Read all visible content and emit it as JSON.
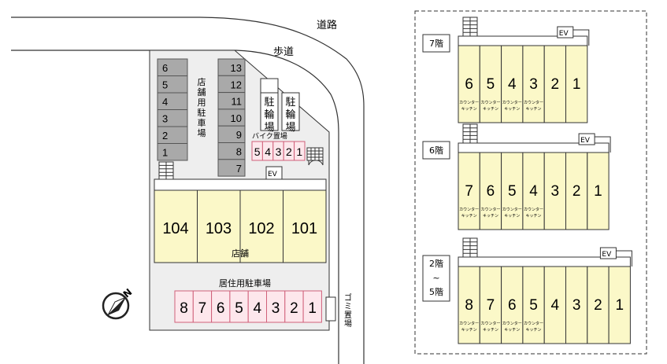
{
  "site": {
    "road_label": "道路",
    "sidewalk_label": "歩道",
    "store_parking_label": "店舗用駐車場",
    "store_parking_spaces": [
      "6",
      "5",
      "4",
      "3",
      "2",
      "1"
    ],
    "parking_right_spaces": [
      "13",
      "12",
      "11",
      "10",
      "9",
      "8",
      "7"
    ],
    "bicycle_label": "駐輪場",
    "bike_parking_label": "バイク置場",
    "bike_spaces": [
      "5",
      "4",
      "3",
      "2",
      "1"
    ],
    "elevator_label": "EV",
    "shop_units": [
      "104",
      "103",
      "102",
      "101"
    ],
    "shop_label": "店舗",
    "resident_parking_label": "居住用駐車場",
    "resident_parking_spaces": [
      "8",
      "7",
      "6",
      "5",
      "4",
      "3",
      "2",
      "1"
    ],
    "garbage_label": "ゴミ置場",
    "north_label": "N"
  },
  "floors": [
    {
      "label": "7階",
      "units": [
        "6",
        "5",
        "4",
        "3",
        "2",
        "1"
      ],
      "kitchen_units": [
        "6",
        "5",
        "4",
        "3"
      ]
    },
    {
      "label": "6階",
      "units": [
        "7",
        "6",
        "5",
        "4",
        "3",
        "2",
        "1"
      ],
      "kitchen_units": [
        "7",
        "6",
        "5",
        "4"
      ]
    },
    {
      "label_lines": [
        "2階",
        "~",
        "5階"
      ],
      "units": [
        "8",
        "7",
        "6",
        "5",
        "4",
        "3",
        "2",
        "1"
      ],
      "kitchen_units": [
        "8",
        "7",
        "6",
        "5"
      ]
    }
  ],
  "kitchen_note": [
    "カウンター",
    "キッチン"
  ],
  "colors": {
    "unit_fill": "#fbf8c8",
    "parking_fill": "#a9a9a9",
    "bike_fill": "#fde7ec",
    "bike_stroke": "#d0607a",
    "site_fill": "#eeeeee",
    "line": "#333333"
  }
}
